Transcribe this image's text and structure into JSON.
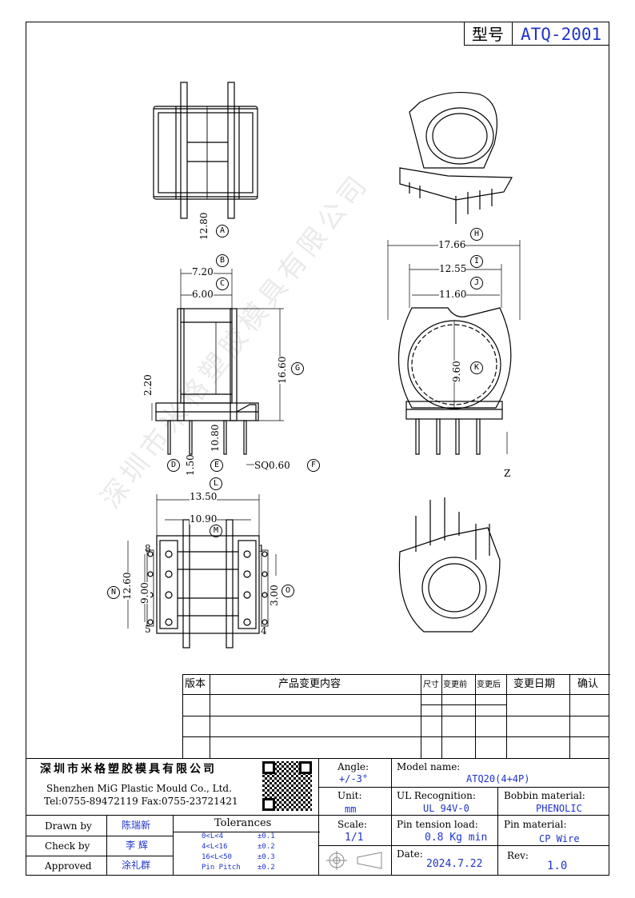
{
  "header": {
    "type_label": "型号",
    "model_code": "ATQ-2001"
  },
  "dimensions": {
    "d_a": "12.80",
    "d_b_value": "7.20",
    "d_c_value": "6.00",
    "d_g_value": "16.60",
    "d_h_value": "17.66",
    "d_i_value": "12.55",
    "d_j_value": "11.60",
    "d_k_value": "9.60",
    "d_l_value": "13.50",
    "d_m_value": "10.90",
    "d_n_value": "12.60",
    "d_o_value": "3.00",
    "d_pin_row": "9.00",
    "d_flange": "2.20",
    "d_e_value": "10.80",
    "d_d_value": "1.50",
    "d_f_value": "SQ0.60",
    "z_label": "Z",
    "pin_1": "1",
    "pin_4": "4",
    "pin_5": "5",
    "pin_8": "8"
  },
  "circled_labels": {
    "a": "A",
    "b": "B",
    "c": "C",
    "d": "D",
    "e": "E",
    "f": "F",
    "g": "G",
    "h": "H",
    "i": "I",
    "j": "J",
    "k": "K",
    "l": "L",
    "m": "M",
    "n": "N",
    "o": "O"
  },
  "watermark": "深圳市米格塑胶模具有限公司",
  "revision_table": {
    "headers": {
      "version": "版本",
      "content": "产品变更内容",
      "size": "尺寸",
      "before": "变更前",
      "after": "变更后",
      "date": "变更日期",
      "confirm": "确认"
    }
  },
  "company": {
    "name_cn": "深圳市米格塑胶模具有限公司",
    "name_en": "Shenzhen MiG Plastic Mould Co., Ltd.",
    "tel_fax": "Tel:0755-89472119   Fax:0755-23721421"
  },
  "signoff": {
    "drawn_label": "Drawn by",
    "drawn_name": "陈瑞新",
    "check_label": "Check by",
    "check_name": "李 辉",
    "approved_label": "Approved",
    "approved_name": "涂礼群"
  },
  "tolerances": {
    "title": "Tolerances",
    "rows": [
      {
        "range": "0<L<4",
        "value": "±0.1"
      },
      {
        "range": "4<L<16",
        "value": "±0.2"
      },
      {
        "range": "16<L<50",
        "value": "±0.3"
      },
      {
        "range": "Pin Pitch",
        "value": "±0.2"
      }
    ]
  },
  "specs": {
    "angle_label": "Angle:",
    "angle_value": "+/-3°",
    "unit_label": "Unit:",
    "unit_value": "mm",
    "scale_label": "Scale:",
    "scale_value": "1/1",
    "model_label": "Model name:",
    "model_value": "ATQ20(4+4P)",
    "ul_label": "UL Recognition:",
    "ul_value": "UL 94V-0",
    "bobbin_label": "Bobbin material:",
    "bobbin_value": "PHENOLIC",
    "tension_label": "Pin tension load:",
    "tension_value": "0.8 Kg min",
    "pin_mat_label": "Pin material:",
    "pin_mat_value": "CP Wire",
    "date_label": "Date:",
    "date_value": "2024.7.22",
    "rev_label": "Rev:",
    "rev_value": "1.0"
  }
}
